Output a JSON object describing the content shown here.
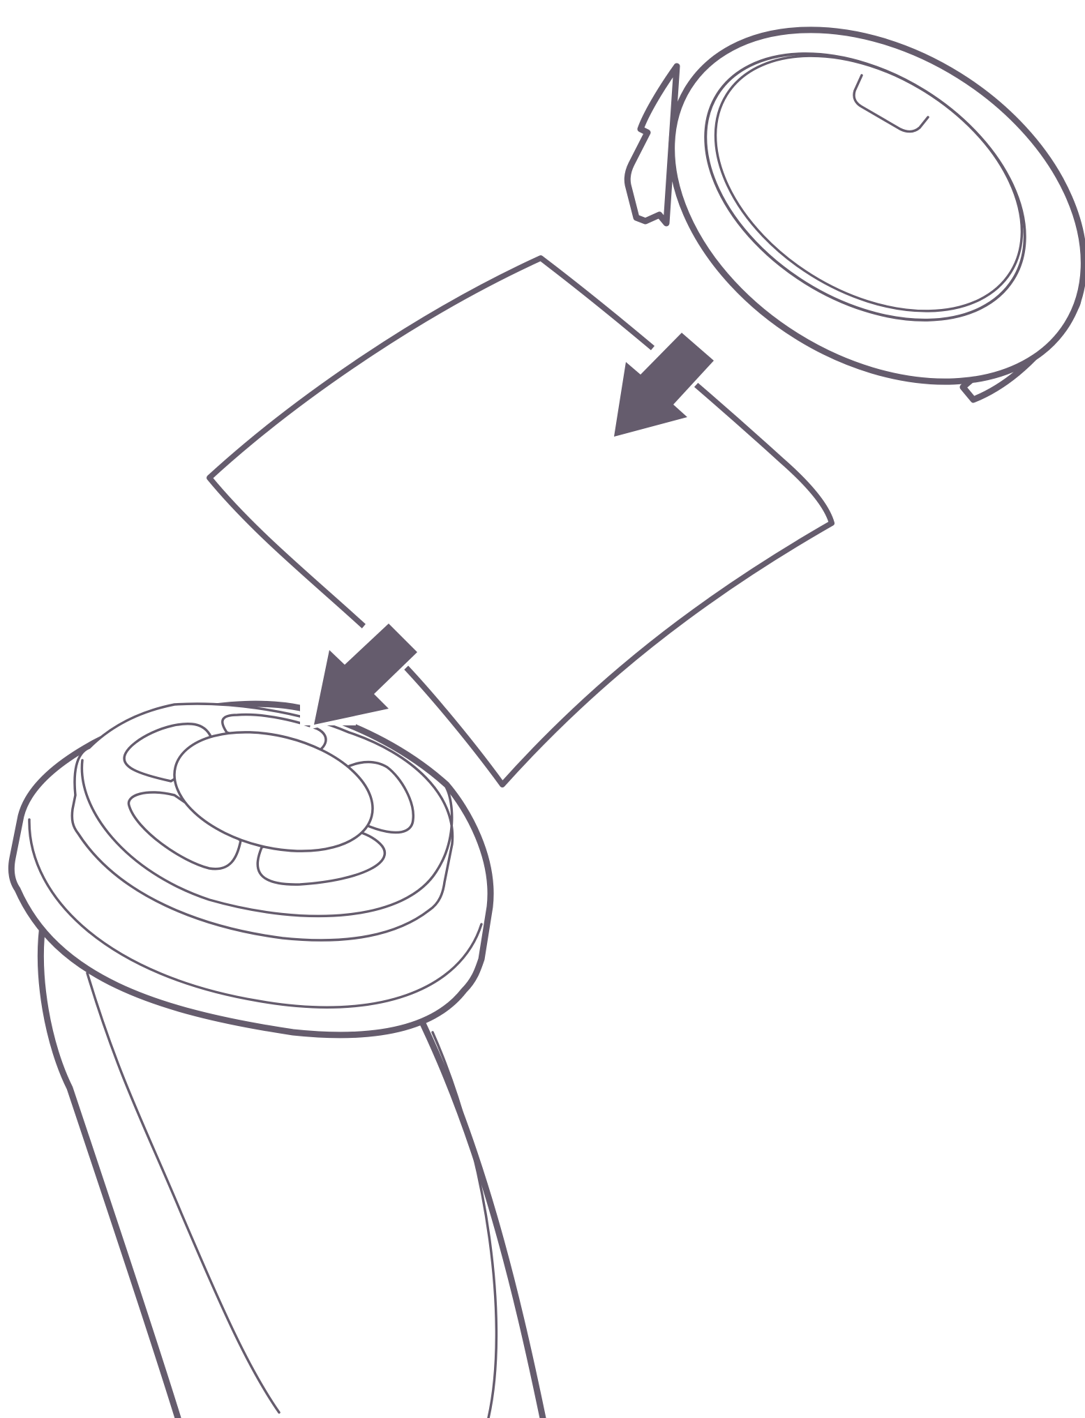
{
  "illustration": {
    "ink_color": "#655c6d",
    "background_color": "#ffffff",
    "parts": [
      "device-handle",
      "device-head",
      "filter-sheet",
      "cap"
    ],
    "arrows": [
      "arrow-cap-to-filter",
      "arrow-filter-to-device"
    ]
  }
}
